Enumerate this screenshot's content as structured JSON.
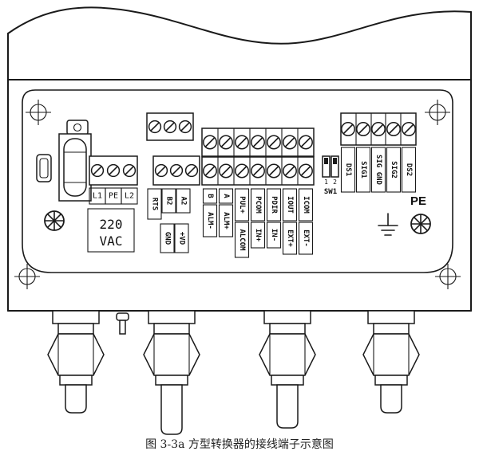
{
  "figure": {
    "caption": "图 3-3a 方型转换器的接线端子示意图"
  },
  "power": {
    "terminals": [
      "L1",
      "PE",
      "L2"
    ],
    "voltage": [
      "220",
      "VAC"
    ]
  },
  "comm": {
    "terminals": [
      "RTS",
      "B2",
      "A2"
    ]
  },
  "aux": {
    "terminals": [
      "GND",
      "+VD"
    ]
  },
  "io": {
    "top": [
      "B",
      "A",
      "PUL+",
      "PCOM",
      "PDIR",
      "IOUT",
      "ICOM"
    ],
    "bottom": [
      "ALM-",
      "ALM+",
      "ALCOM",
      "IN+",
      "IN-",
      "EXT+",
      "EXT-"
    ]
  },
  "sensor": {
    "terminals": [
      "DS1",
      "SIG1",
      "SIG GND",
      "SIG2",
      "DS2"
    ]
  },
  "dip": {
    "positions": [
      "1",
      "2"
    ],
    "label": "SW1"
  },
  "earth": {
    "label": "PE"
  },
  "colors": {
    "line": "#1a1a1a",
    "background": "#ffffff"
  }
}
